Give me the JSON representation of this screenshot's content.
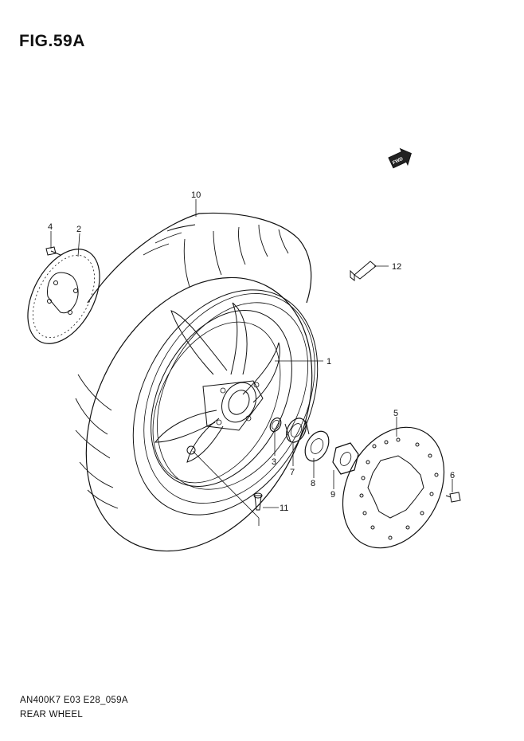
{
  "figure": {
    "title": "FIG.59A"
  },
  "fwd_badge": {
    "text": "FWD"
  },
  "callouts": [
    {
      "id": "callout-1",
      "label": "1"
    },
    {
      "id": "callout-2",
      "label": "2"
    },
    {
      "id": "callout-3",
      "label": "3"
    },
    {
      "id": "callout-4",
      "label": "4"
    },
    {
      "id": "callout-5",
      "label": "5"
    },
    {
      "id": "callout-6",
      "label": "6"
    },
    {
      "id": "callout-7",
      "label": "7"
    },
    {
      "id": "callout-8",
      "label": "8"
    },
    {
      "id": "callout-9",
      "label": "9"
    },
    {
      "id": "callout-10",
      "label": "10"
    },
    {
      "id": "callout-11",
      "label": "11"
    },
    {
      "id": "callout-12",
      "label": "12"
    }
  ],
  "footer": {
    "code": "AN400K7 E03 E28_059A",
    "name": "REAR WHEEL"
  }
}
